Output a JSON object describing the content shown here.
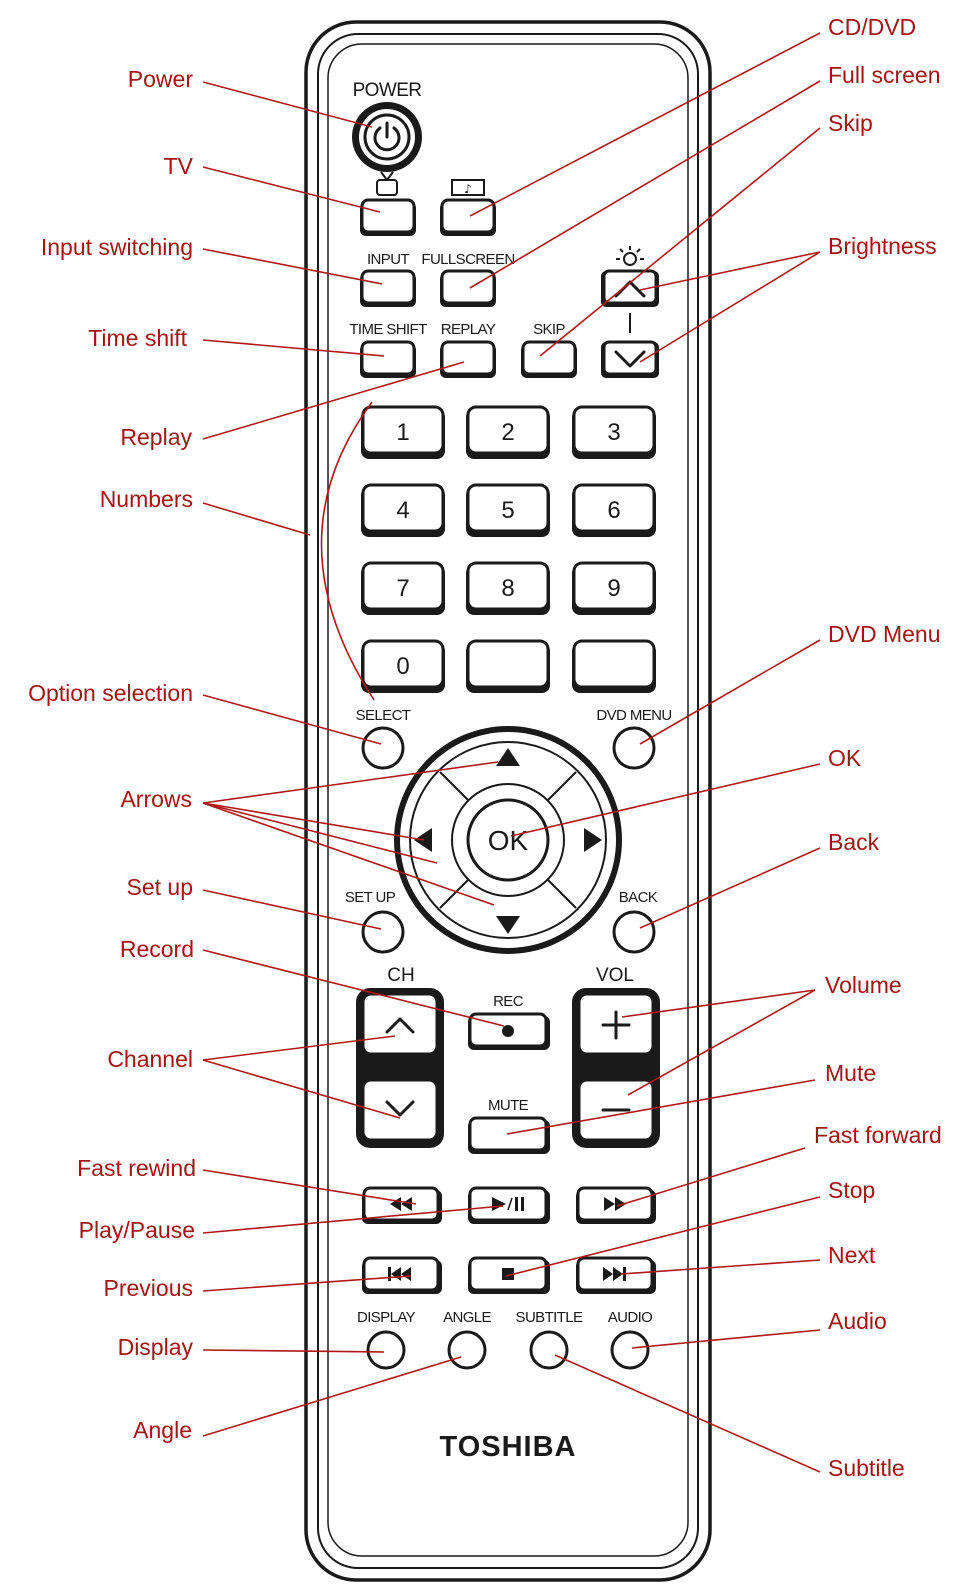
{
  "brand": "TOSHIBA",
  "colors": {
    "callout_text": "#a31414",
    "leader_line": "#b01818",
    "remote_outline": "#1a1a1a"
  },
  "remote_labels": {
    "power": "POWER",
    "input": "INPUT",
    "fullscreen": "FULLSCREEN",
    "time_shift": "TIME SHIFT",
    "replay": "REPLAY",
    "skip": "SKIP",
    "select": "SELECT",
    "dvd_menu": "DVD MENU",
    "ok": "OK",
    "set_up": "SET UP",
    "back": "BACK",
    "ch": "CH",
    "vol": "VOL",
    "rec": "REC",
    "mute": "MUTE",
    "display": "DISPLAY",
    "angle": "ANGLE",
    "subtitle": "SUBTITLE",
    "audio": "AUDIO"
  },
  "digits": [
    "1",
    "2",
    "3",
    "4",
    "5",
    "6",
    "7",
    "8",
    "9",
    "0"
  ],
  "callouts_left": [
    "Power",
    "TV",
    "Input switching",
    "Time shift",
    "Replay",
    "Numbers",
    "Option selection",
    "Arrows",
    "Set up",
    "Record",
    "Channel",
    "Fast rewind",
    "Play/Pause",
    "Previous",
    "Display",
    "Angle"
  ],
  "callouts_right": [
    "CD/DVD",
    "Full screen",
    "Skip",
    "Brightness",
    "DVD Menu",
    "OK",
    "Back",
    "Volume",
    "Mute",
    "Fast forward",
    "Stop",
    "Next",
    "Audio",
    "Subtitle"
  ]
}
